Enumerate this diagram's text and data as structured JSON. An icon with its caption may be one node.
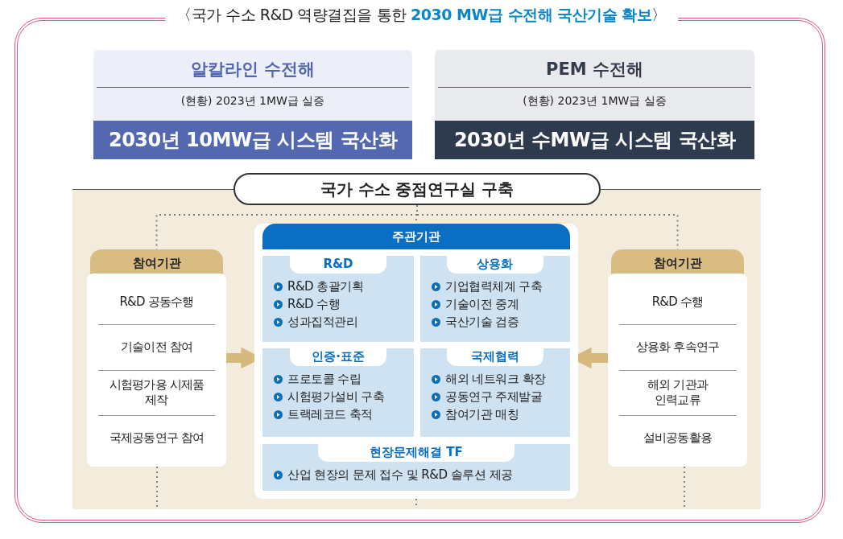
{
  "diagram": {
    "title": "〈국가 수소 R&D 역량결집을 통한 **2030 MW급 수전해 국산기술 확보**〉",
    "nodes": [
      {
        "text": [
          "알칼라인 수전해",
          "(현황) 2023년 1MW급 실증",
          "2030년 10MW급 시스템 국산화"
        ]
      },
      {
        "text": [
          "PEM 수전해",
          "(현황) 2023년 1MW급 실증",
          "2030년 수MW급 시스템 국산화"
        ]
      },
      {
        "text": [
          "국가 수소 중점연구실 구축"
        ]
      },
      {
        "text": [
          "참여기관",
          "R&D 공동수행",
          "기술이전 참여",
          "시험평가용 시제품 제작",
          "국제공동연구 참여"
        ]
      },
      {
        "text": [
          "주관기관"
        ]
      },
      {
        "text": [
          "R&D",
          "R&D 총괄기획",
          "R&D 수행",
          "성과집적관리"
        ],
        "in": 4
      },
      {
        "text": [
          "상용화",
          "기업협력체계 구축",
          "기술이전 중계",
          "국산기술 검증"
        ],
        "in": 4
      },
      {
        "text": [
          "인증·표준",
          "프로토콜 수립",
          "시험평가설비 구축",
          "트랙레코드 축적"
        ],
        "in": 4
      },
      {
        "text": [
          "국제협력",
          "해외 네트워크 확장",
          "공동연구 주제발굴",
          "참여기관 매칭"
        ],
        "in": 4
      },
      {
        "text": [
          "현장문제해결 TF",
          "산업 현장의 문제 접수 및 R&D 솔루션 제공"
        ],
        "in": 4
      },
      {
        "text": [
          "참여기관",
          "R&D 수행",
          "상용화 후속연구",
          "해외 기관과 인력교류",
          "설비공동활용"
        ]
      }
    ],
    "edges": [
      {
        "from": 2,
        "to": 3,
        "arrow": "none",
        "style": "dashed",
        "color": "#777777"
      },
      {
        "from": 2,
        "to": 4,
        "arrow": "none",
        "style": "dashed",
        "color": "#777777"
      },
      {
        "from": 2,
        "to": 10,
        "arrow": "none",
        "style": "dashed",
        "color": "#777777"
      },
      {
        "from": 3,
        "to": 4,
        "arrow": "to",
        "style": "thick",
        "color": "#d6b97c"
      },
      {
        "from": 10,
        "to": 4,
        "arrow": "to",
        "style": "thick",
        "color": "#d6b97c"
      }
    ]
  }
}
